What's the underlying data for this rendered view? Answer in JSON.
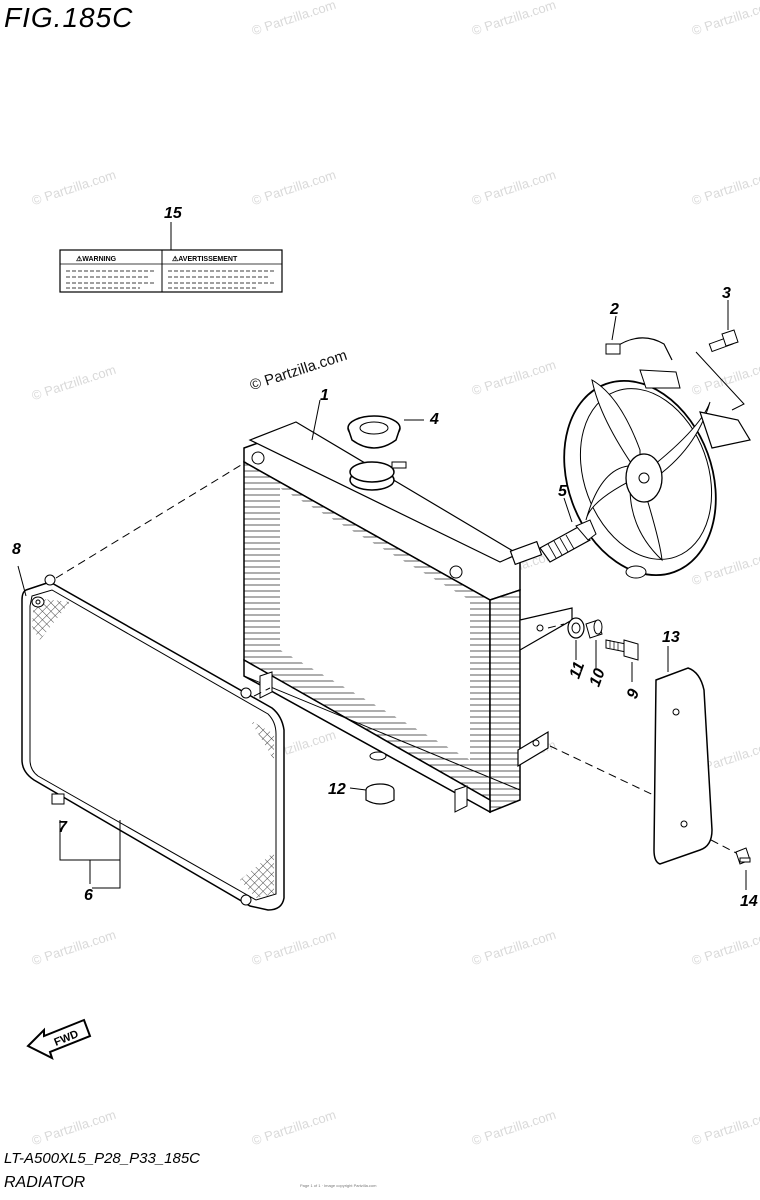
{
  "figure": {
    "title": "FIG.185C",
    "code": "LT-A500XL5_P28_P33_185C",
    "name": "RADIATOR",
    "copyright_footer": "Page 1 of 1 · Image copyright Partzilla.com"
  },
  "watermark": {
    "text": "© Partzilla.com",
    "featured_text": "© Partzilla.com"
  },
  "warning_label": {
    "left_heading": "⚠WARNING",
    "right_heading": "⚠AVERTISSEMENT"
  },
  "parts": [
    {
      "ref": "1"
    },
    {
      "ref": "2"
    },
    {
      "ref": "3"
    },
    {
      "ref": "4"
    },
    {
      "ref": "5"
    },
    {
      "ref": "6"
    },
    {
      "ref": "7"
    },
    {
      "ref": "8"
    },
    {
      "ref": "9"
    },
    {
      "ref": "10"
    },
    {
      "ref": "11"
    },
    {
      "ref": "12"
    },
    {
      "ref": "13"
    },
    {
      "ref": "14"
    },
    {
      "ref": "15"
    }
  ],
  "direction_arrow": {
    "label": "FWD"
  }
}
